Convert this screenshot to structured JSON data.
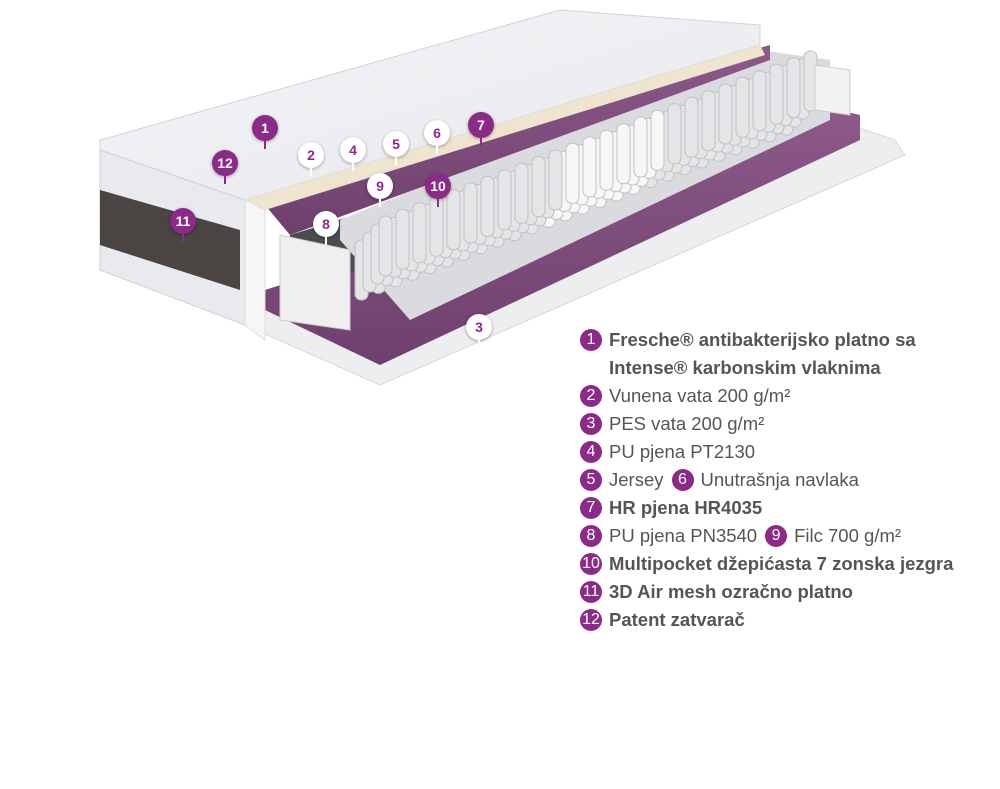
{
  "colors": {
    "accent": "#8c2a88",
    "text": "#555555"
  },
  "pins": [
    {
      "n": "1",
      "style": "purple"
    },
    {
      "n": "2",
      "style": "white"
    },
    {
      "n": "3",
      "style": "white"
    },
    {
      "n": "4",
      "style": "white"
    },
    {
      "n": "5",
      "style": "white"
    },
    {
      "n": "6",
      "style": "white"
    },
    {
      "n": "7",
      "style": "purple"
    },
    {
      "n": "8",
      "style": "white"
    },
    {
      "n": "9",
      "style": "white"
    },
    {
      "n": "10",
      "style": "purple"
    },
    {
      "n": "11",
      "style": "purple"
    },
    {
      "n": "12",
      "style": "purple"
    }
  ],
  "legend": [
    {
      "n": "1",
      "text": "Fresche® antibakterijsko platno sa",
      "text2": "Intense® karbonskim vlaknima",
      "bold": true
    },
    {
      "n": "2",
      "text": "Vunena vata 200 g/m²"
    },
    {
      "n": "3",
      "text": "PES vata 200 g/m²"
    },
    {
      "n": "4",
      "text": "PU pjena PT2130"
    },
    {
      "n": "5",
      "text": "Jersey",
      "n2": "6",
      "text2": "Unutrašnja navlaka"
    },
    {
      "n": "7",
      "text": "HR pjena HR4035",
      "bold": true
    },
    {
      "n": "8",
      "text": "PU pjena PN3540",
      "n2": "9",
      "text2": "Filc 700 g/m²"
    },
    {
      "n": "10",
      "text": "Multipocket džepićasta 7 zonska jezgra",
      "bold": true
    },
    {
      "n": "11",
      "text": "3D Air mesh ozračno platno",
      "bold": true
    },
    {
      "n": "12",
      "text": "Patent zatvarač",
      "bold": true
    }
  ]
}
